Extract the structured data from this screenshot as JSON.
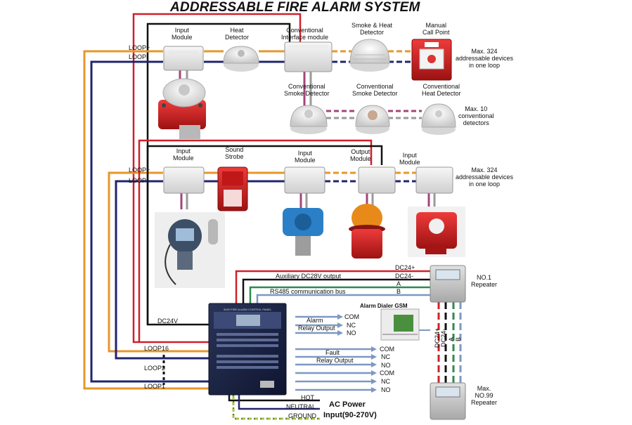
{
  "title": "ADDRESSABLE FIRE ALARM SYSTEM",
  "loop_labels": {
    "upper_plus": "LOOP+",
    "upper_minus": "LOOP-",
    "lower_plus": "LOOP+",
    "lower_minus": "LOOP-",
    "loop16": "LOOP16",
    "loop2": "LOOP2",
    "loop1": "LOOP1"
  },
  "top_devices": {
    "input_module": "Input\nModule",
    "heat_detector": "Heat\nDetector",
    "conventional_interface": "Conventional\nInterface module",
    "smoke_heat": "Smoke & Heat\nDetector",
    "call_point": "Manual\nCall Point",
    "max_top": "Max. 324\naddressable devices\nin one loop"
  },
  "conventional_devices": {
    "smoke1": "Conventional\nSmoke Detector",
    "smoke2": "Conventional\nSmoke Detector",
    "heat": "Conventional\nHeat Detector",
    "max_conv": "Max. 10\nconventional\ndetectors"
  },
  "second_loop_devices": {
    "input_module_1": "Input\nModule",
    "sound_strobe": "Sound\nStrobe",
    "input_module_2": "Input\nModule",
    "output_module": "Output\nModule",
    "input_module_3": "Input\nModule",
    "max_second": "Max. 324\naddressable devices\nin one loop"
  },
  "bus_labels": {
    "dc24_plus": "DC24+",
    "aux": "Auxiliary  DC28V output",
    "dc24_minus": "DC24-",
    "a": "A",
    "rs485": "RS485 communication bus",
    "b": "B",
    "dc24v": "DC24V"
  },
  "repeaters": {
    "no1": "NO.1\nRepeater",
    "no99": "Max.\nNO.99\nRepeater",
    "vertical": [
      "DC24+",
      "DC24-",
      "A",
      "B"
    ]
  },
  "relays": {
    "alarm": "Alarm",
    "alarm_relay": "Relay Output",
    "com": "COM",
    "nc": "NC",
    "no": "NO",
    "dialer": "Alarm Dialer GSM",
    "fault": "Fault",
    "fault_relay": "Relay Output"
  },
  "power": {
    "hot": "HOT",
    "neutral": "NEUTRAL",
    "ground": "GROUND",
    "ac_title": "AC Power",
    "ac_input": "Input(90-270V)"
  },
  "panel_text": "9000 FIRE ALARM CONTROL PANEL",
  "colors": {
    "orange": "#e8962a",
    "navy": "#22246e",
    "red": "#d0202a",
    "black": "#111111",
    "magenta": "#a4457a",
    "gray": "#9a9a9a",
    "steel": "#7d98c2",
    "green": "#2f8a4e",
    "ground_green": "#a6c640"
  }
}
